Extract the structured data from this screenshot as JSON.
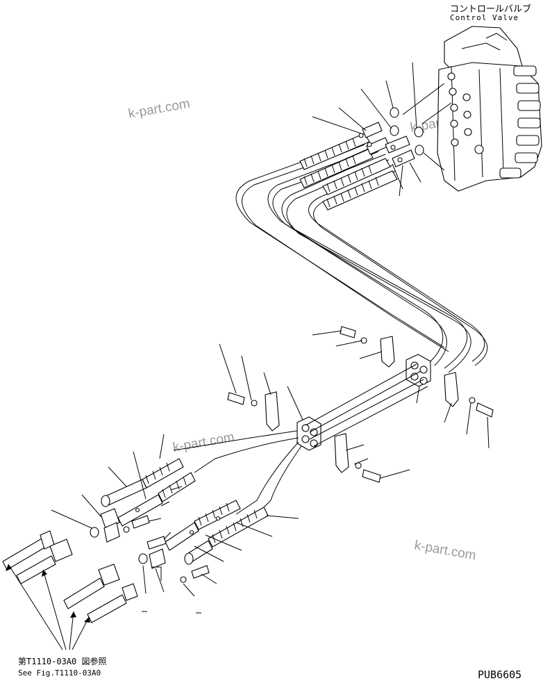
{
  "header": {
    "label_jp": "コントロールバルブ",
    "label_en": "Control Valve"
  },
  "footer": {
    "ref_jp": "第T1110-03A0 図参照",
    "ref_en": "See Fig.T1110-03A0",
    "drawing_code": "PUB6605"
  },
  "watermarks": [
    "k-part.com",
    "k-part.com",
    "k-part.com",
    "k-part.com"
  ],
  "colors": {
    "line": "#000000",
    "watermark": "#9a9a9a",
    "background": "#ffffff"
  }
}
